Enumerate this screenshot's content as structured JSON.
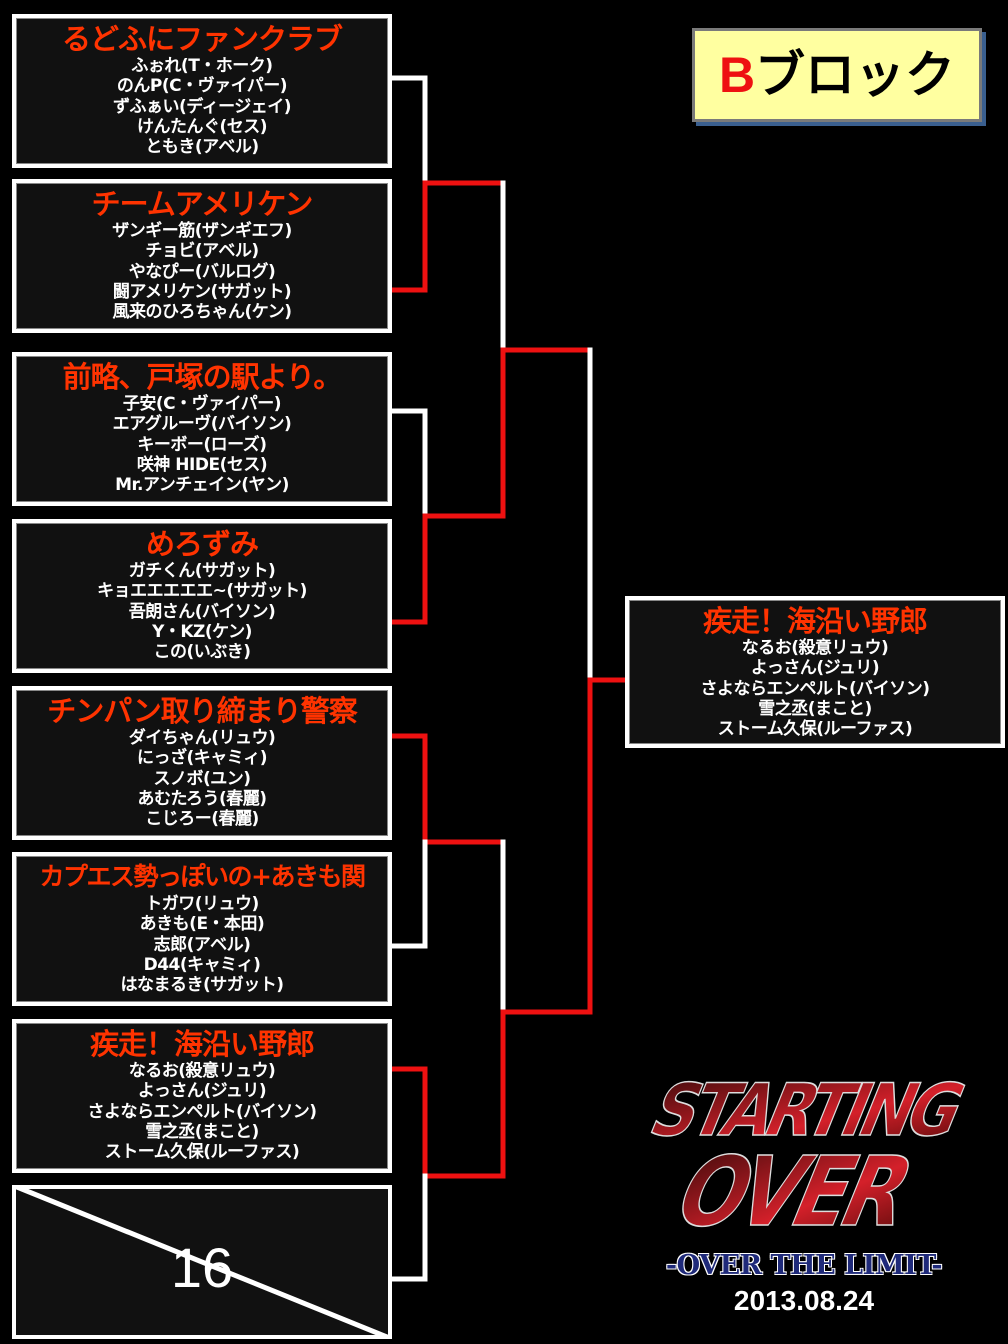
{
  "block": {
    "letter": "B",
    "word": "ブロック"
  },
  "colors": {
    "winner_line": "#ee1111",
    "loser_line": "#ffffff",
    "team_title": "#ff3300",
    "block_bg": "#ffffa0"
  },
  "teams": [
    {
      "name": "るどふにファンクラブ",
      "members": [
        "ふぉれ(T・ホーク)",
        "のんP(C・ヴァイパー)",
        "ずふぁい(ディージェイ)",
        "けんたんぐ(セス)",
        "ともき(アベル)"
      ]
    },
    {
      "name": "チームアメリケン",
      "members": [
        "ザンギー筋(ザンギエフ)",
        "チョビ(アベル)",
        "やなぴー(バルログ)",
        "闘アメリケン(サガット)",
        "風来のひろちゃん(ケン)"
      ]
    },
    {
      "name": "前略、戸塚の駅より。",
      "members": [
        "子安(C・ヴァイパー)",
        "エアグルーヴ(バイソン)",
        "キーボー(ローズ)",
        "咲神 HIDE(セス)",
        "Mr.アンチェイン(ヤン)"
      ]
    },
    {
      "name": "めろずみ",
      "members": [
        "ガチくん(サガット)",
        "キョエエエエエ~(サガット)",
        "吾朗さん(バイソン)",
        "Y・KZ(ケン)",
        "この(いぶき)"
      ]
    },
    {
      "name": "チンパン取り締まり警察",
      "members": [
        "ダイちゃん(リュウ)",
        "にっざ(キャミィ)",
        "スノボ(ユン)",
        "あむたろう(春麗)",
        "こじろー(春麗)"
      ]
    },
    {
      "name": "カプエス勢っぽいの+あきも関",
      "members": [
        "トガワ(リュウ)",
        "あきも(E・本田)",
        "志郎(アベル)",
        "D44(キャミィ)",
        "はなまるき(サガット)"
      ]
    },
    {
      "name": "疾走！海沿い野郎",
      "members": [
        "なるお(殺意リュウ)",
        "よっさん(ジュリ)",
        "さよならエンペルト(バイソン)",
        "雪之丞(まこと)",
        "ストーム久保(ルーファス)"
      ]
    }
  ],
  "bye": {
    "label": "16"
  },
  "winner": {
    "name": "疾走！海沿い野郎",
    "members": [
      "なるお(殺意リュウ)",
      "よっさん(ジュリ)",
      "さよならエンペルト(バイソン)",
      "雪之丞(まこと)",
      "ストーム久保(ルーファス)"
    ]
  },
  "event": {
    "logo_text": "STARTING OVER",
    "subtitle": "-OVER THE LIMIT-",
    "date": "2013.08.24"
  }
}
